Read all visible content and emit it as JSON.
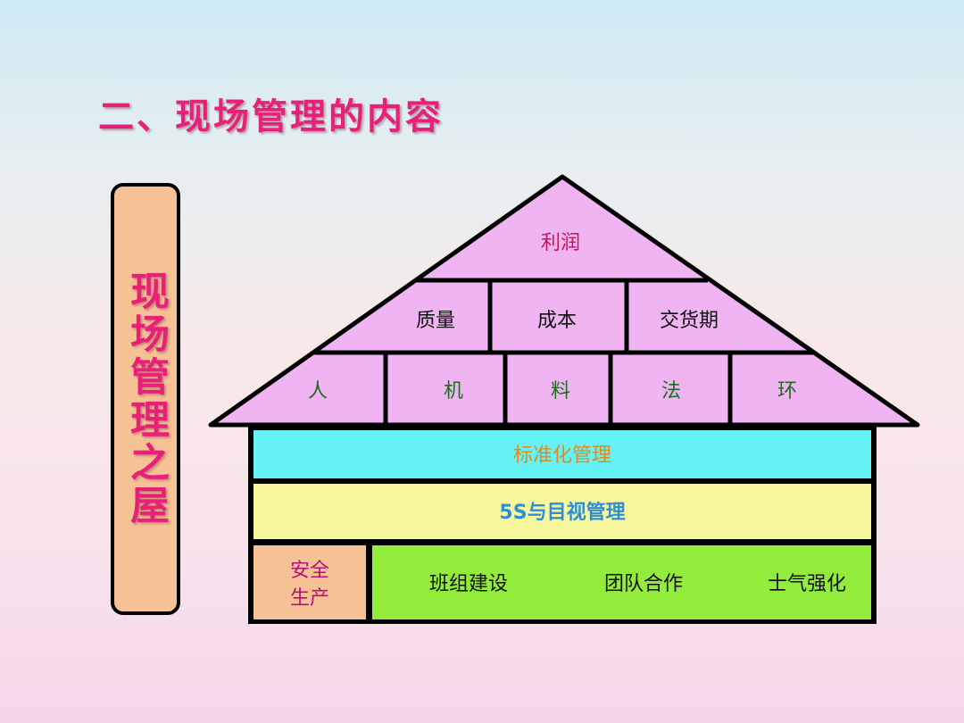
{
  "title": "二、现场管理的内容",
  "side_label": "现场管理之屋",
  "roof": {
    "top": "利润",
    "row2": [
      "质量",
      "成本",
      "交货期"
    ],
    "row3": [
      "人",
      "机",
      "料",
      "法",
      "环"
    ]
  },
  "layers": {
    "standardization": "标准化管理",
    "five_s": "5S与目视管理"
  },
  "foundation": {
    "safety": "安全\n生产",
    "safety_line1": "安全",
    "safety_line2": "生产",
    "items": [
      "班组建设",
      "团队合作",
      "士气强化"
    ]
  },
  "colors": {
    "roof_fill": "#f1b4f3",
    "standardization_fill": "#66f2f4",
    "five_s_fill": "#f7f79e",
    "safety_fill": "#f7c196",
    "foundation_fill": "#93ec3c",
    "title_text": "#e8207a"
  }
}
